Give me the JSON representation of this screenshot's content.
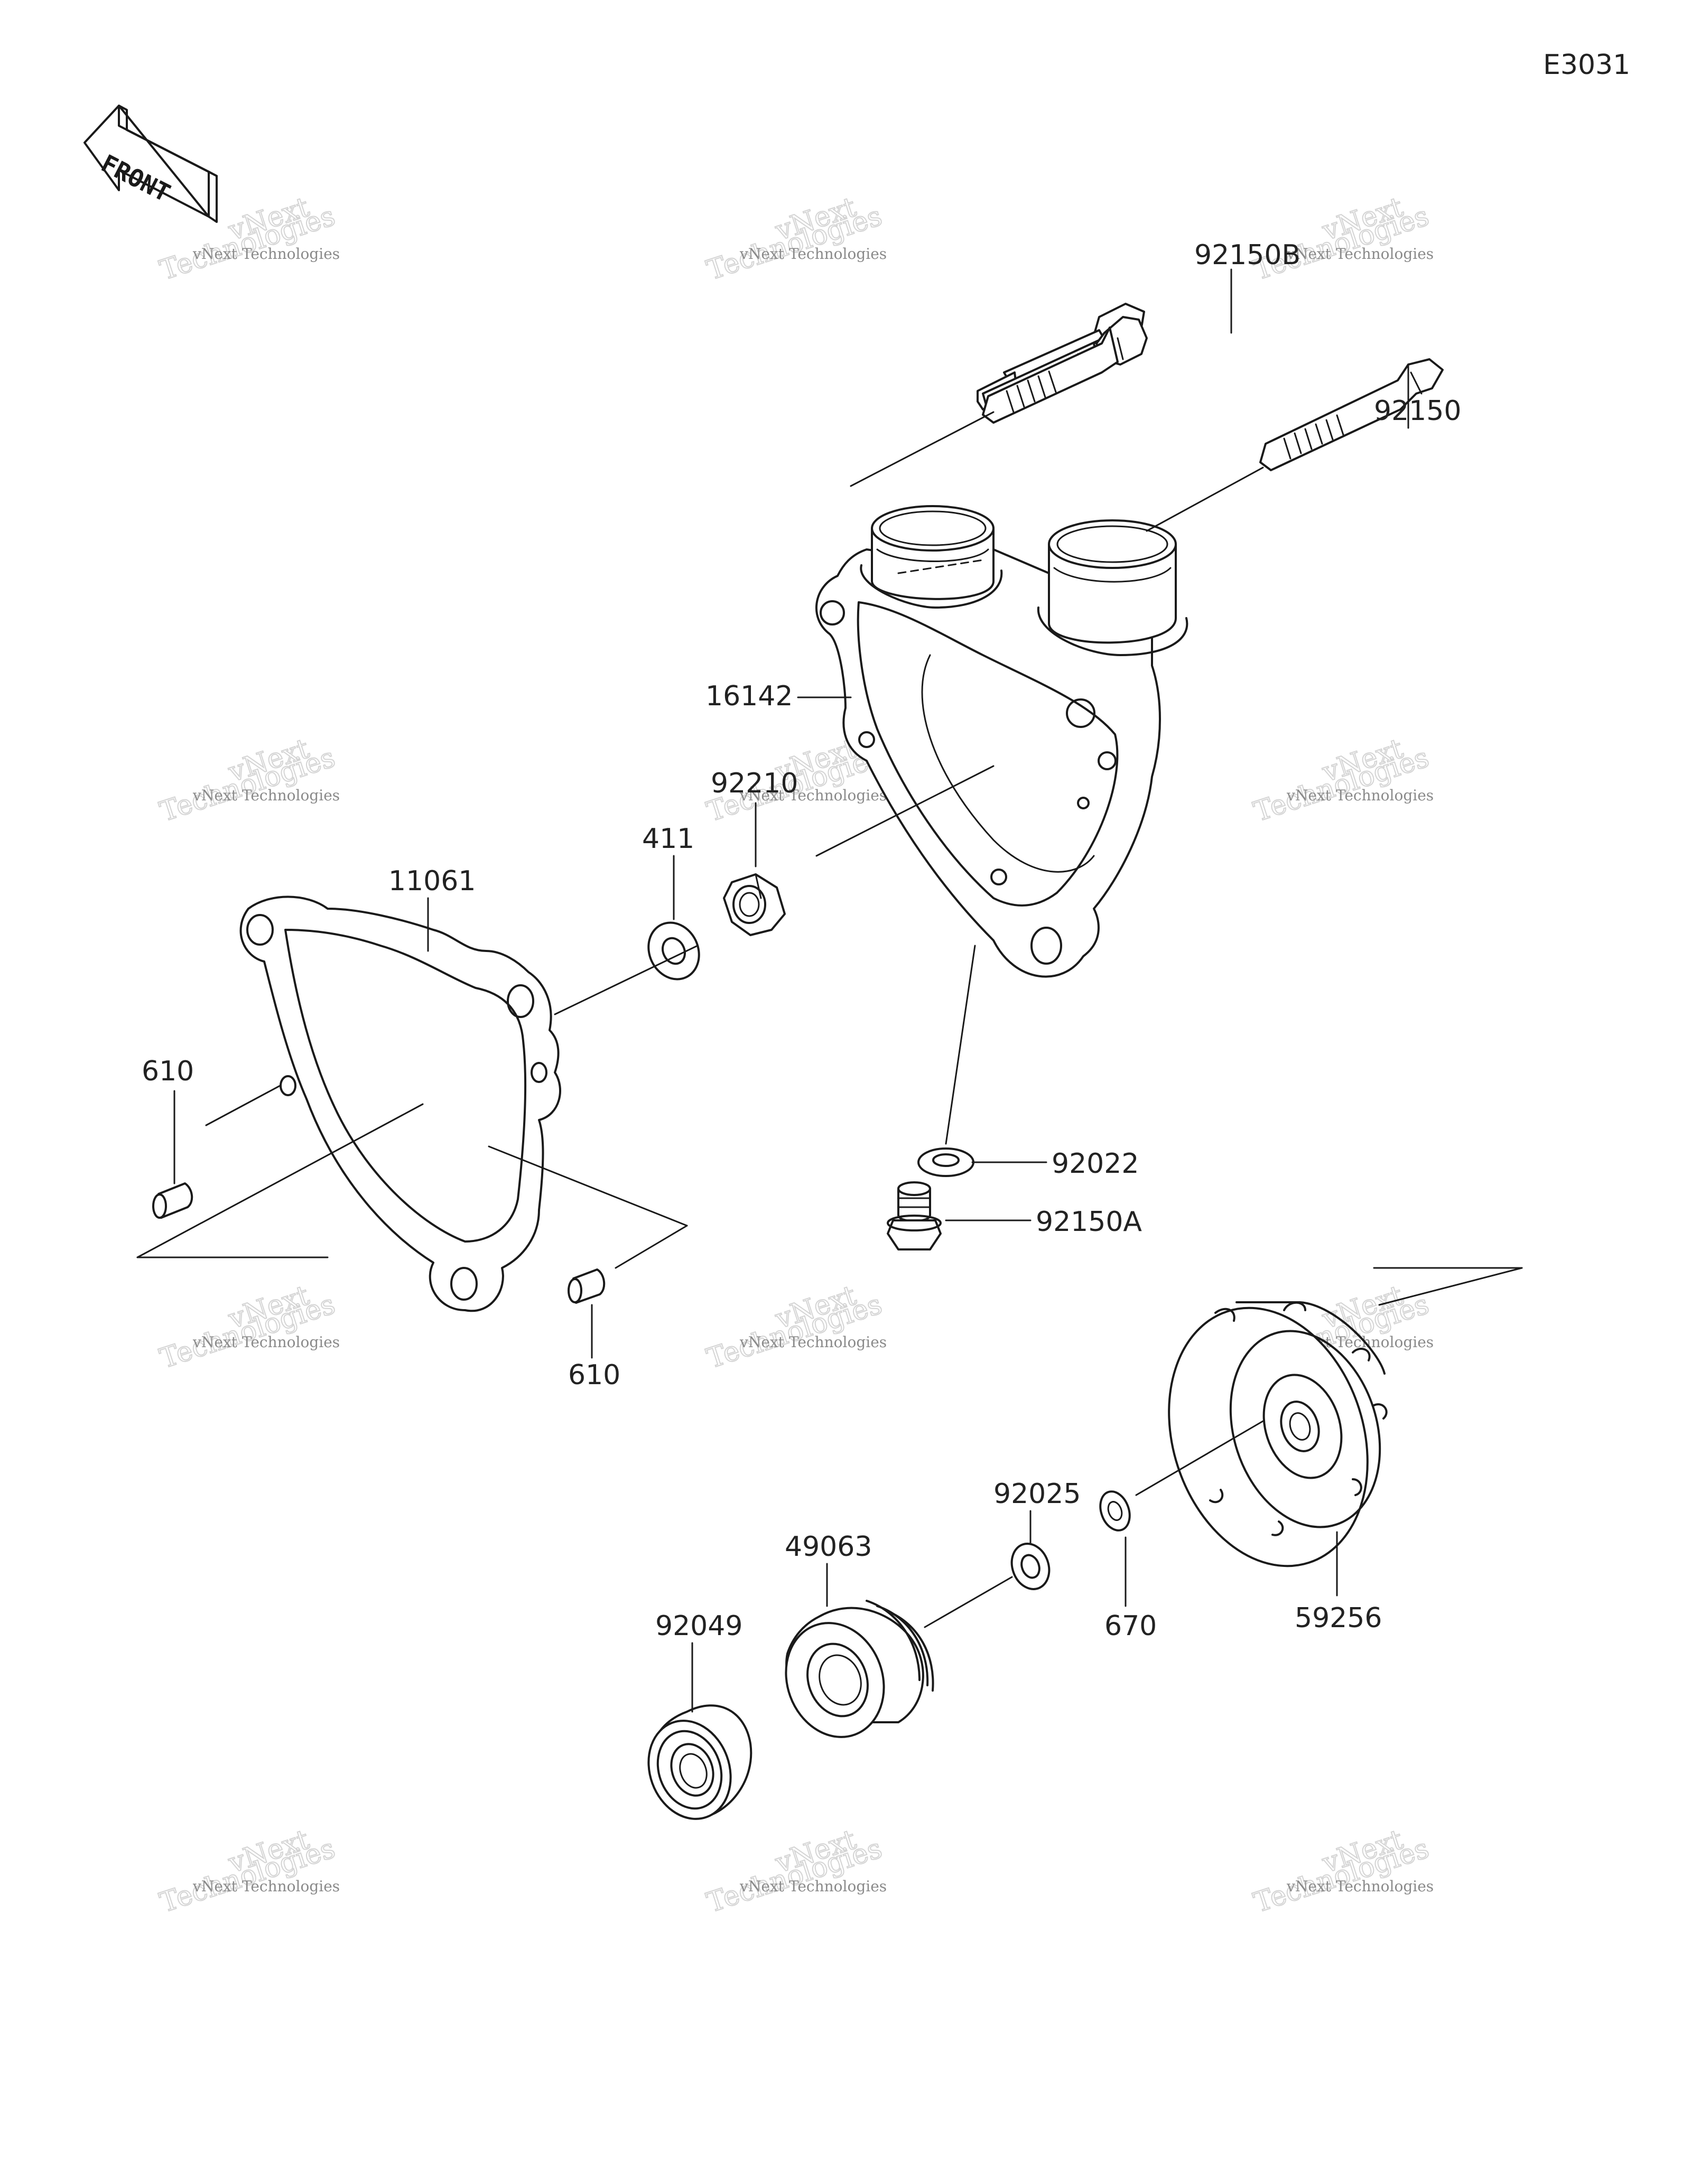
{
  "diagram_code": "E3031",
  "front_label": "FRONT",
  "watermark": {
    "line1": "vNext Technologies",
    "line2": "vNext",
    "line3": "Technologies"
  },
  "parts": {
    "p92150B": "92150B",
    "p92150": "92150",
    "p16142": "16142",
    "p92210": "92210",
    "p411": "411",
    "p11061": "11061",
    "p610_left": "610",
    "p610_bottom": "610",
    "p92022": "92022",
    "p92150A": "92150A",
    "p92025": "92025",
    "p49063": "49063",
    "p92049": "92049",
    "p670": "670",
    "p59256": "59256"
  },
  "colors": {
    "ink": "#1a1a1a",
    "label": "#222222",
    "watermark_text": "#8a8a8a",
    "watermark_outline": "#d4d4d4",
    "background": "#ffffff"
  }
}
